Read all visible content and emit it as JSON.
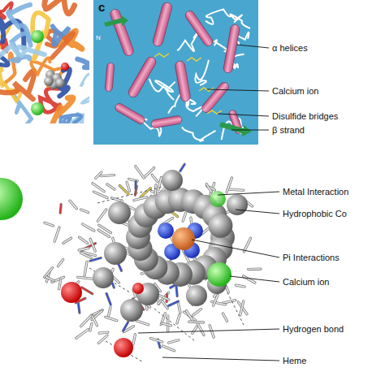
{
  "diagram": {
    "labels": [
      "c",
      "N",
      "α helices",
      "Calcium ion",
      "Disulfide bridges",
      "β strand",
      "Metal Interaction",
      "Hydrophobic Co",
      "Pi Interactions",
      "Calcium ion",
      "Hydrogen bond",
      "Heme"
    ]
  }
}
